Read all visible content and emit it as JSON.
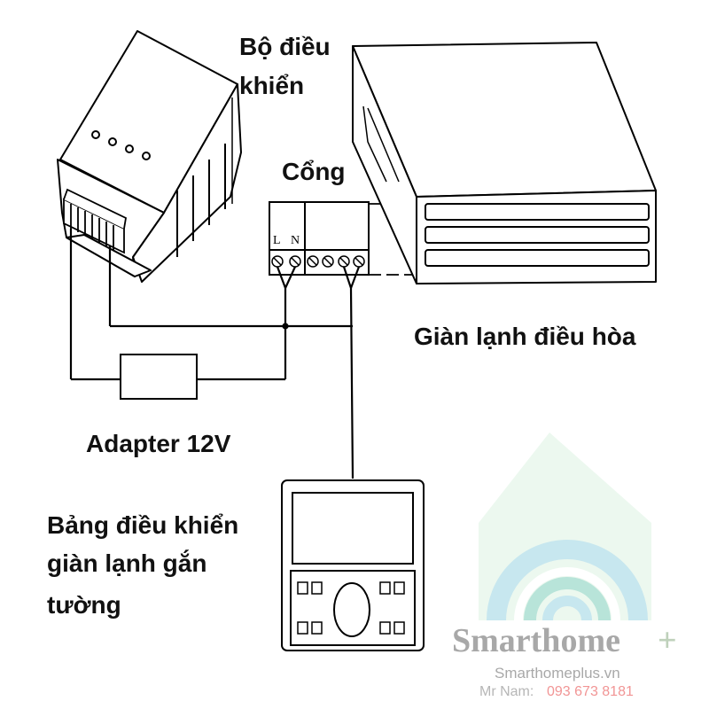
{
  "labels": {
    "controller": [
      "Bộ điều",
      "khiển"
    ],
    "port": "Cổng",
    "indoor_unit": "Giàn lạnh điều hòa",
    "adapter": "Adapter 12V",
    "wall_panel": [
      "Bảng điều khiển",
      "giàn lạnh gắn",
      "tường"
    ],
    "terminal_l": "L",
    "terminal_n": "N"
  },
  "watermark": {
    "brand": "Smarthome",
    "plus": "+",
    "website": "Smarthomeplus.vn",
    "contact_name": "Mr Nam:",
    "phone": "093 673 8181",
    "logo_colors": [
      "#8fd3c4",
      "#a8d8e8",
      "#c8ead0"
    ],
    "phone_color": "#f08a8a",
    "brand_color": "#9a9a9a"
  }
}
